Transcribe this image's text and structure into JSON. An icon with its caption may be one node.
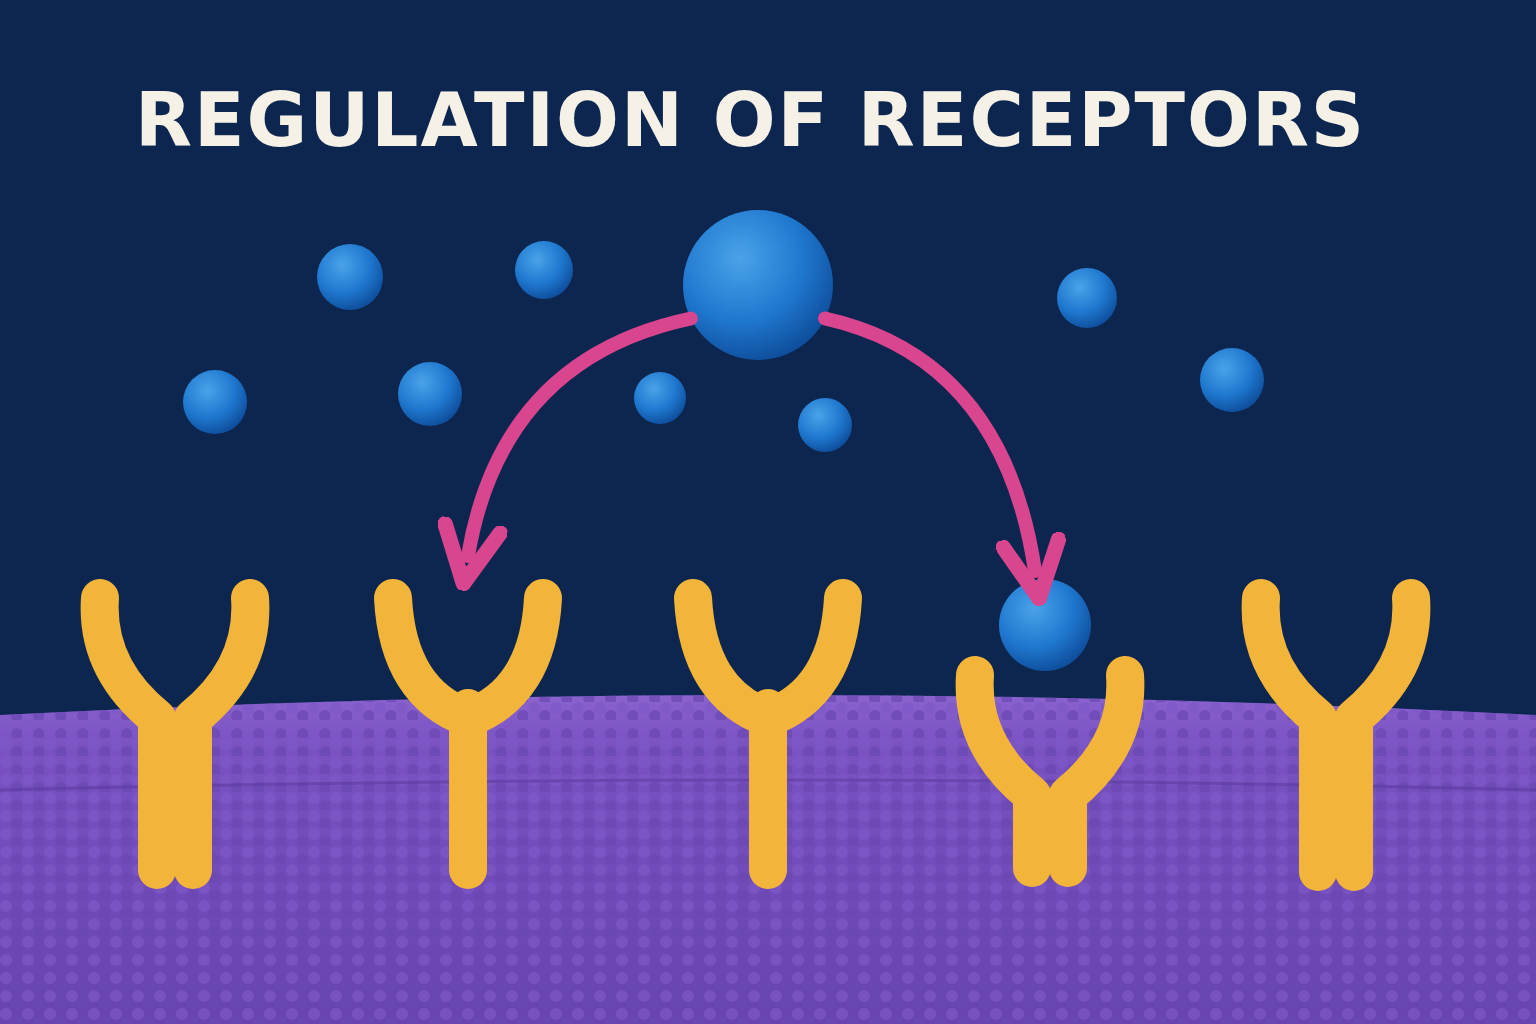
{
  "diagram": {
    "title": "REGULATION OF RECEPTORS",
    "nodes": [
      {
        "text": [],
        "shape": "circle"
      },
      {
        "text": [],
        "shape": "picture"
      },
      {
        "text": [],
        "shape": "circle"
      }
    ],
    "edges": [
      {
        "from": 0,
        "to": 1,
        "arrow": "to"
      },
      {
        "from": 0,
        "to": 2,
        "arrow": "to"
      }
    ]
  }
}
